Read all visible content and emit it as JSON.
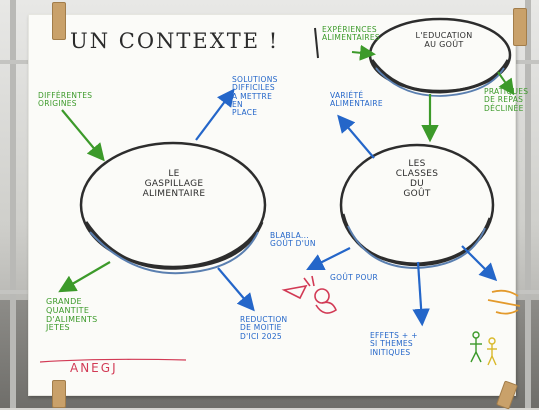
{
  "title": "UN CONTEXTE !",
  "signature": "ANEGJ",
  "bubbles": {
    "gaspillage": "LE\nGASPILLAGE\nALIMENTAIRE",
    "classes": "LES\nCLASSES\nDU\nGOÛT",
    "education": "L'EDUCATION\nAU GOÛT"
  },
  "labels": {
    "differentes_origines": "DIFFÉRENTES\nORIGINES",
    "solutions": "SOLUTIONS\nDIFFICILES\nA METTRE\nEN\nPLACE",
    "quantite": "GRANDE\nQUANTITE\nD'ALIMENTS\nJETES",
    "reduction": "REDUCTION\nDE MOITIE\nD'ICI 2025",
    "variete": "VARIÉTÉ\nALIMENTAIRE",
    "experiences": "EXPÉRIENCES\nALIMENTAIRES",
    "pratiques": "PRATIQUES\nDE REPAS\nDÉCLINÉE",
    "blabla": "BLABLA...\nGOÛT D'UN",
    "gout_pour": "GOÛT POUR",
    "effets": "EFFETS + +\nSI THEMES\nINITIQUES"
  },
  "colors": {
    "blue_ink": "#2466c9",
    "green_ink": "#3c9a2a",
    "black_ink": "#2d2d2d",
    "pink_ink": "#d23a55",
    "orange_ink": "#e39a2c"
  }
}
